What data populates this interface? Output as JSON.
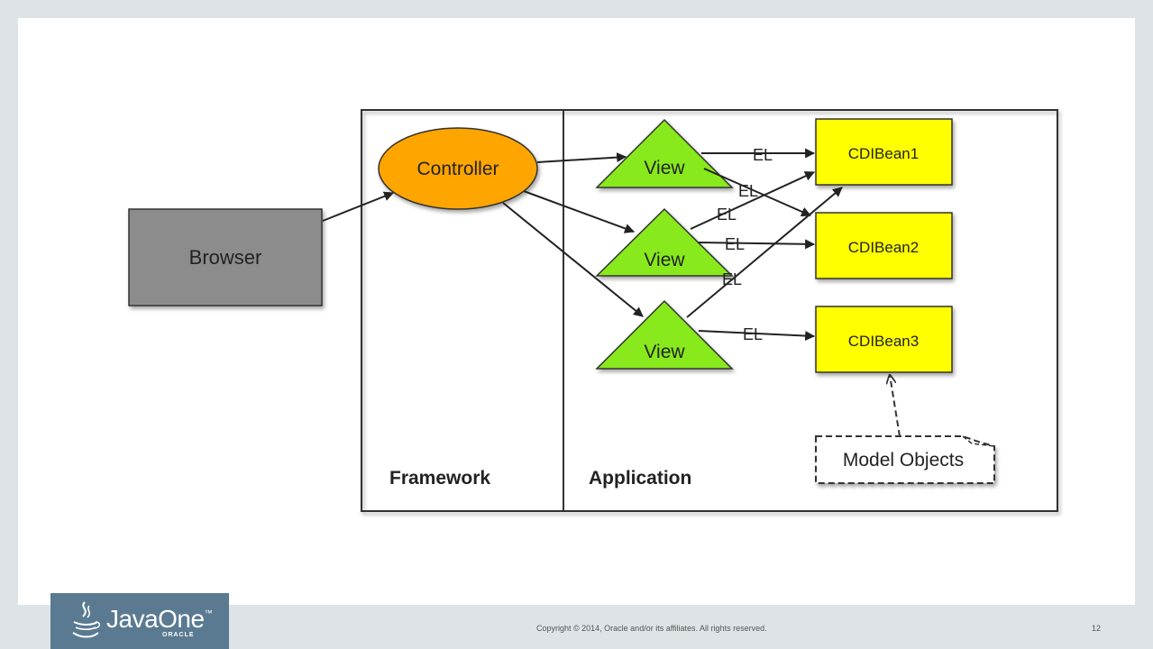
{
  "diagram": {
    "nodes": {
      "browser": "Browser",
      "controller": "Controller",
      "view1": "View",
      "view2": "View",
      "view3": "View",
      "bean1": "CDIBean1",
      "bean2": "CDIBean2",
      "bean3": "CDIBean3",
      "model": "Model Objects"
    },
    "regions": {
      "framework": "Framework",
      "application": "Application"
    },
    "edge_label": "EL",
    "colors": {
      "browser_fill": "#8c8c8c",
      "controller_fill": "#ffa500",
      "view_fill": "#88e91a",
      "bean_fill": "#ffff00"
    }
  },
  "footer": {
    "logo_text": "JavaOne",
    "logo_tm": "™",
    "logo_sub": "ORACLE",
    "copyright": "Copyright © 2014, Oracle and/or its affiliates. All rights reserved.",
    "page": "12"
  }
}
